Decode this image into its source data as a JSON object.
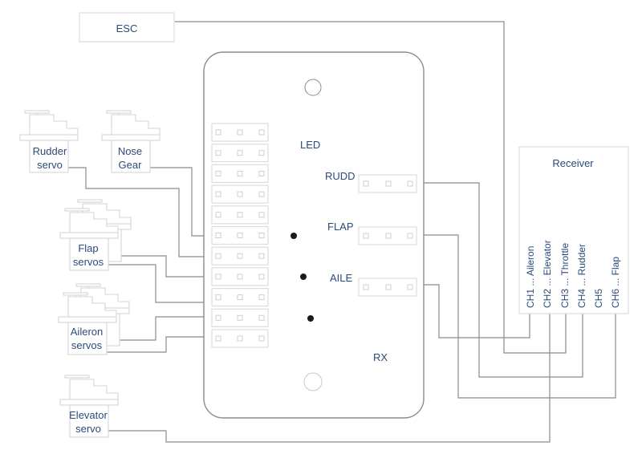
{
  "esc": {
    "label": "ESC"
  },
  "board": {
    "label": "RX",
    "led_label": "LED",
    "ports": [
      {
        "label": "RUDD"
      },
      {
        "label": "FLAP"
      },
      {
        "label": "AILE"
      }
    ]
  },
  "servos": [
    {
      "line1": "Rudder",
      "line2": "servo"
    },
    {
      "line1": "Nose",
      "line2": "Gear"
    },
    {
      "line1": "Flap",
      "line2": "servos"
    },
    {
      "line1": "Aileron",
      "line2": "servos"
    },
    {
      "line1": "Elevator",
      "line2": "servo"
    }
  ],
  "receiver": {
    "title": "Receiver",
    "channels": [
      "CH1 ... Aileron",
      "CH2 ... Elevator",
      "CH3 ... Throttle",
      "CH4 ... Rudder",
      "CH5",
      "CH6 ... Flap"
    ]
  },
  "colors": {
    "label": "#2c4a7a",
    "wire": "#8a8a8a",
    "junction": "#1a1a1a"
  }
}
